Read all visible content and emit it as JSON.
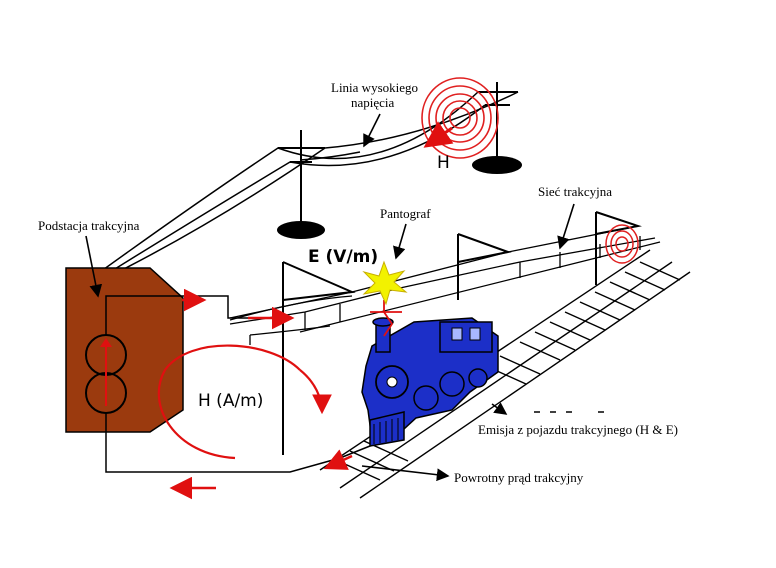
{
  "labels": {
    "hv_line_1": "Linia wysokiego",
    "hv_line_2": "napięcia",
    "h_symbol": "H",
    "substation": "Podstacja trakcyjna",
    "pantograph": "Pantograf",
    "catenary": "Sieć trakcyjna",
    "e_field": "E (V/m)",
    "h_field": "H (A/m)",
    "emission": "Emisja z pojazdu trakcyjnego (H & E)",
    "return_current": "Powrotny prąd trakcyjny"
  },
  "colors": {
    "substation": "#9b3a0e",
    "arrow_red": "#e01010",
    "locomotive": "#1c2fc8",
    "spark": "#f2f200",
    "ring": "#e02020"
  }
}
